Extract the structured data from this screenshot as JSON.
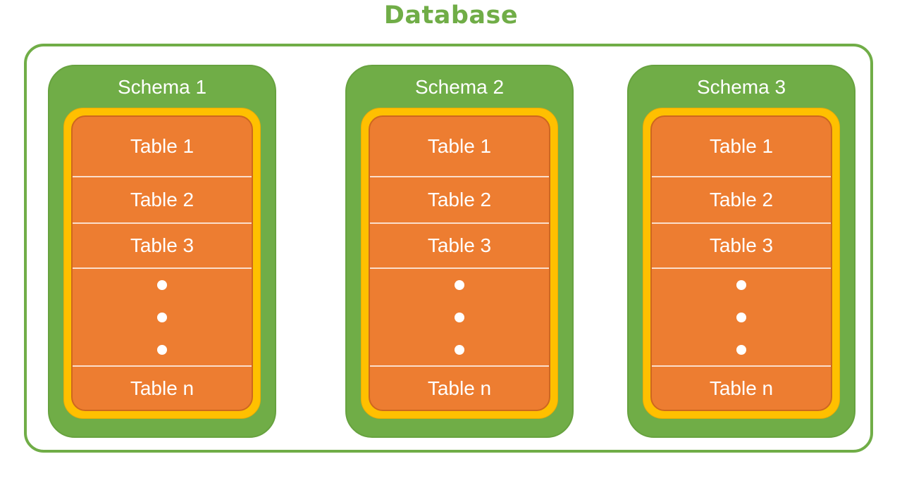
{
  "title": "Database",
  "colors": {
    "title_green": "#70AD47",
    "schema_green": "#70AD47",
    "frame_yellow": "#FFC000",
    "table_orange": "#ED7D31",
    "table_border_orange": "#CE671E",
    "text_on_shapes": "#FFFFFF",
    "outer_border_green": "#70AD47"
  },
  "schemas": [
    {
      "label": "Schema 1",
      "tables": [
        "Table 1",
        "Table 2",
        "Table 3"
      ],
      "ellipsis_dot_count": 3,
      "last_table": "Table n"
    },
    {
      "label": "Schema 2",
      "tables": [
        "Table 1",
        "Table 2",
        "Table 3"
      ],
      "ellipsis_dot_count": 3,
      "last_table": "Table n"
    },
    {
      "label": "Schema 3",
      "tables": [
        "Table 1",
        "Table 2",
        "Table 3"
      ],
      "ellipsis_dot_count": 3,
      "last_table": "Table n"
    }
  ]
}
